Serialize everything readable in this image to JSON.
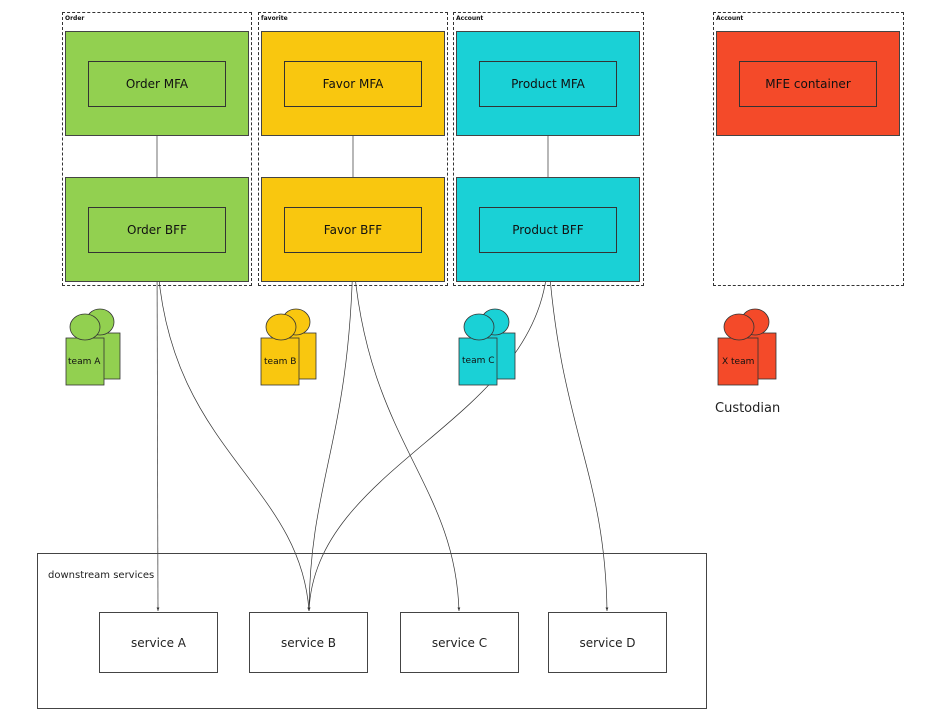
{
  "groups": [
    {
      "label": "Order"
    },
    {
      "label": "favorite"
    },
    {
      "label": "Account"
    },
    {
      "label": "Account"
    }
  ],
  "mfe": [
    "Order MFA",
    "Favor MFA",
    "Product MFA",
    "MFE container"
  ],
  "bff": [
    "Order BFF",
    "Favor BFF",
    "Product BFF"
  ],
  "teams": [
    "team A",
    "team B",
    "team C",
    "X team"
  ],
  "custodian": "Custodian",
  "downstream": {
    "label": "downstream services",
    "services": [
      "service A",
      "service B",
      "service C",
      "service D"
    ]
  },
  "colors": {
    "green": "#92d050",
    "yellow": "#f9c70f",
    "cyan": "#1ad1d6",
    "red": "#f44a29"
  }
}
